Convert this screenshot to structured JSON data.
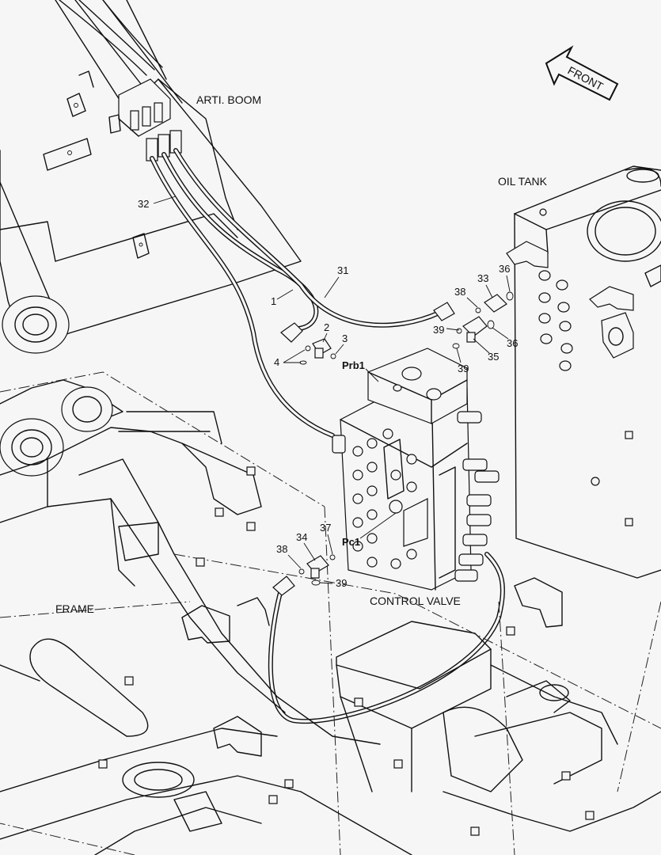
{
  "labels": {
    "arti_boom": "ARTI. BOOM",
    "oil_tank": "OIL TANK",
    "frame": "FRAME",
    "control_valve": "CONTROL VALVE",
    "front": "FRONT"
  },
  "ports": {
    "prb1": "Prb1",
    "pc1": "Pc1"
  },
  "callouts": {
    "n32": "32",
    "n31": "31",
    "n1": "1",
    "n2": "2",
    "n3": "3",
    "n4": "4",
    "n33": "33",
    "n36a": "36",
    "n38a": "38",
    "n39a": "39",
    "n36b": "36",
    "n39b": "39",
    "n35": "35",
    "n34": "34",
    "n37": "37",
    "n38b": "38",
    "n39c": "39"
  }
}
